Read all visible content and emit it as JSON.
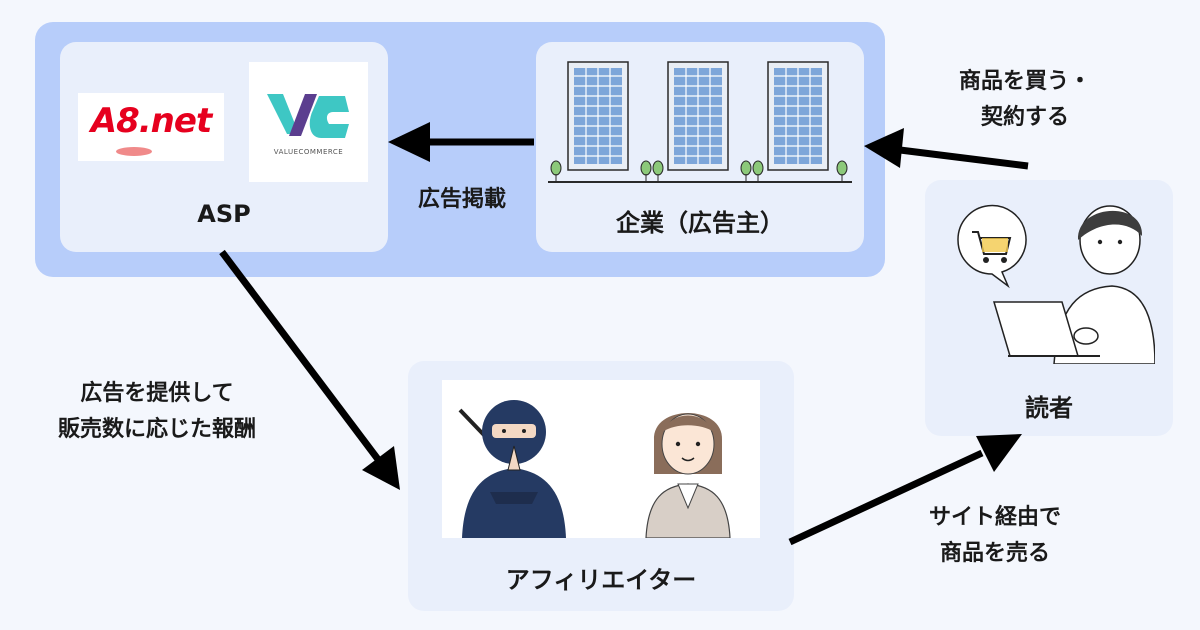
{
  "asp": {
    "label": "ASP",
    "logos": [
      {
        "brand": "A8.net",
        "color": "#e6001e"
      },
      {
        "brand": "VALUECOMMERCE",
        "color": "#3ec7c4"
      }
    ]
  },
  "corporation": {
    "label": "企業（広告主）"
  },
  "affiliate": {
    "label": "アフィリエイター"
  },
  "reader": {
    "label": "読者"
  },
  "edges": {
    "corp_to_asp": "広告掲載",
    "asp_to_affiliate": [
      "広告を提供して",
      "販売数に応じた報酬"
    ],
    "affiliate_to_reader": [
      "サイト経由で",
      "商品を売る"
    ],
    "reader_to_corp": [
      "商品を買う・",
      "契約する"
    ]
  },
  "colors": {
    "background": "#f4f7fd",
    "group_background": "#b7cdfa",
    "card_background": "#e9effb",
    "arrow": "#000000"
  }
}
